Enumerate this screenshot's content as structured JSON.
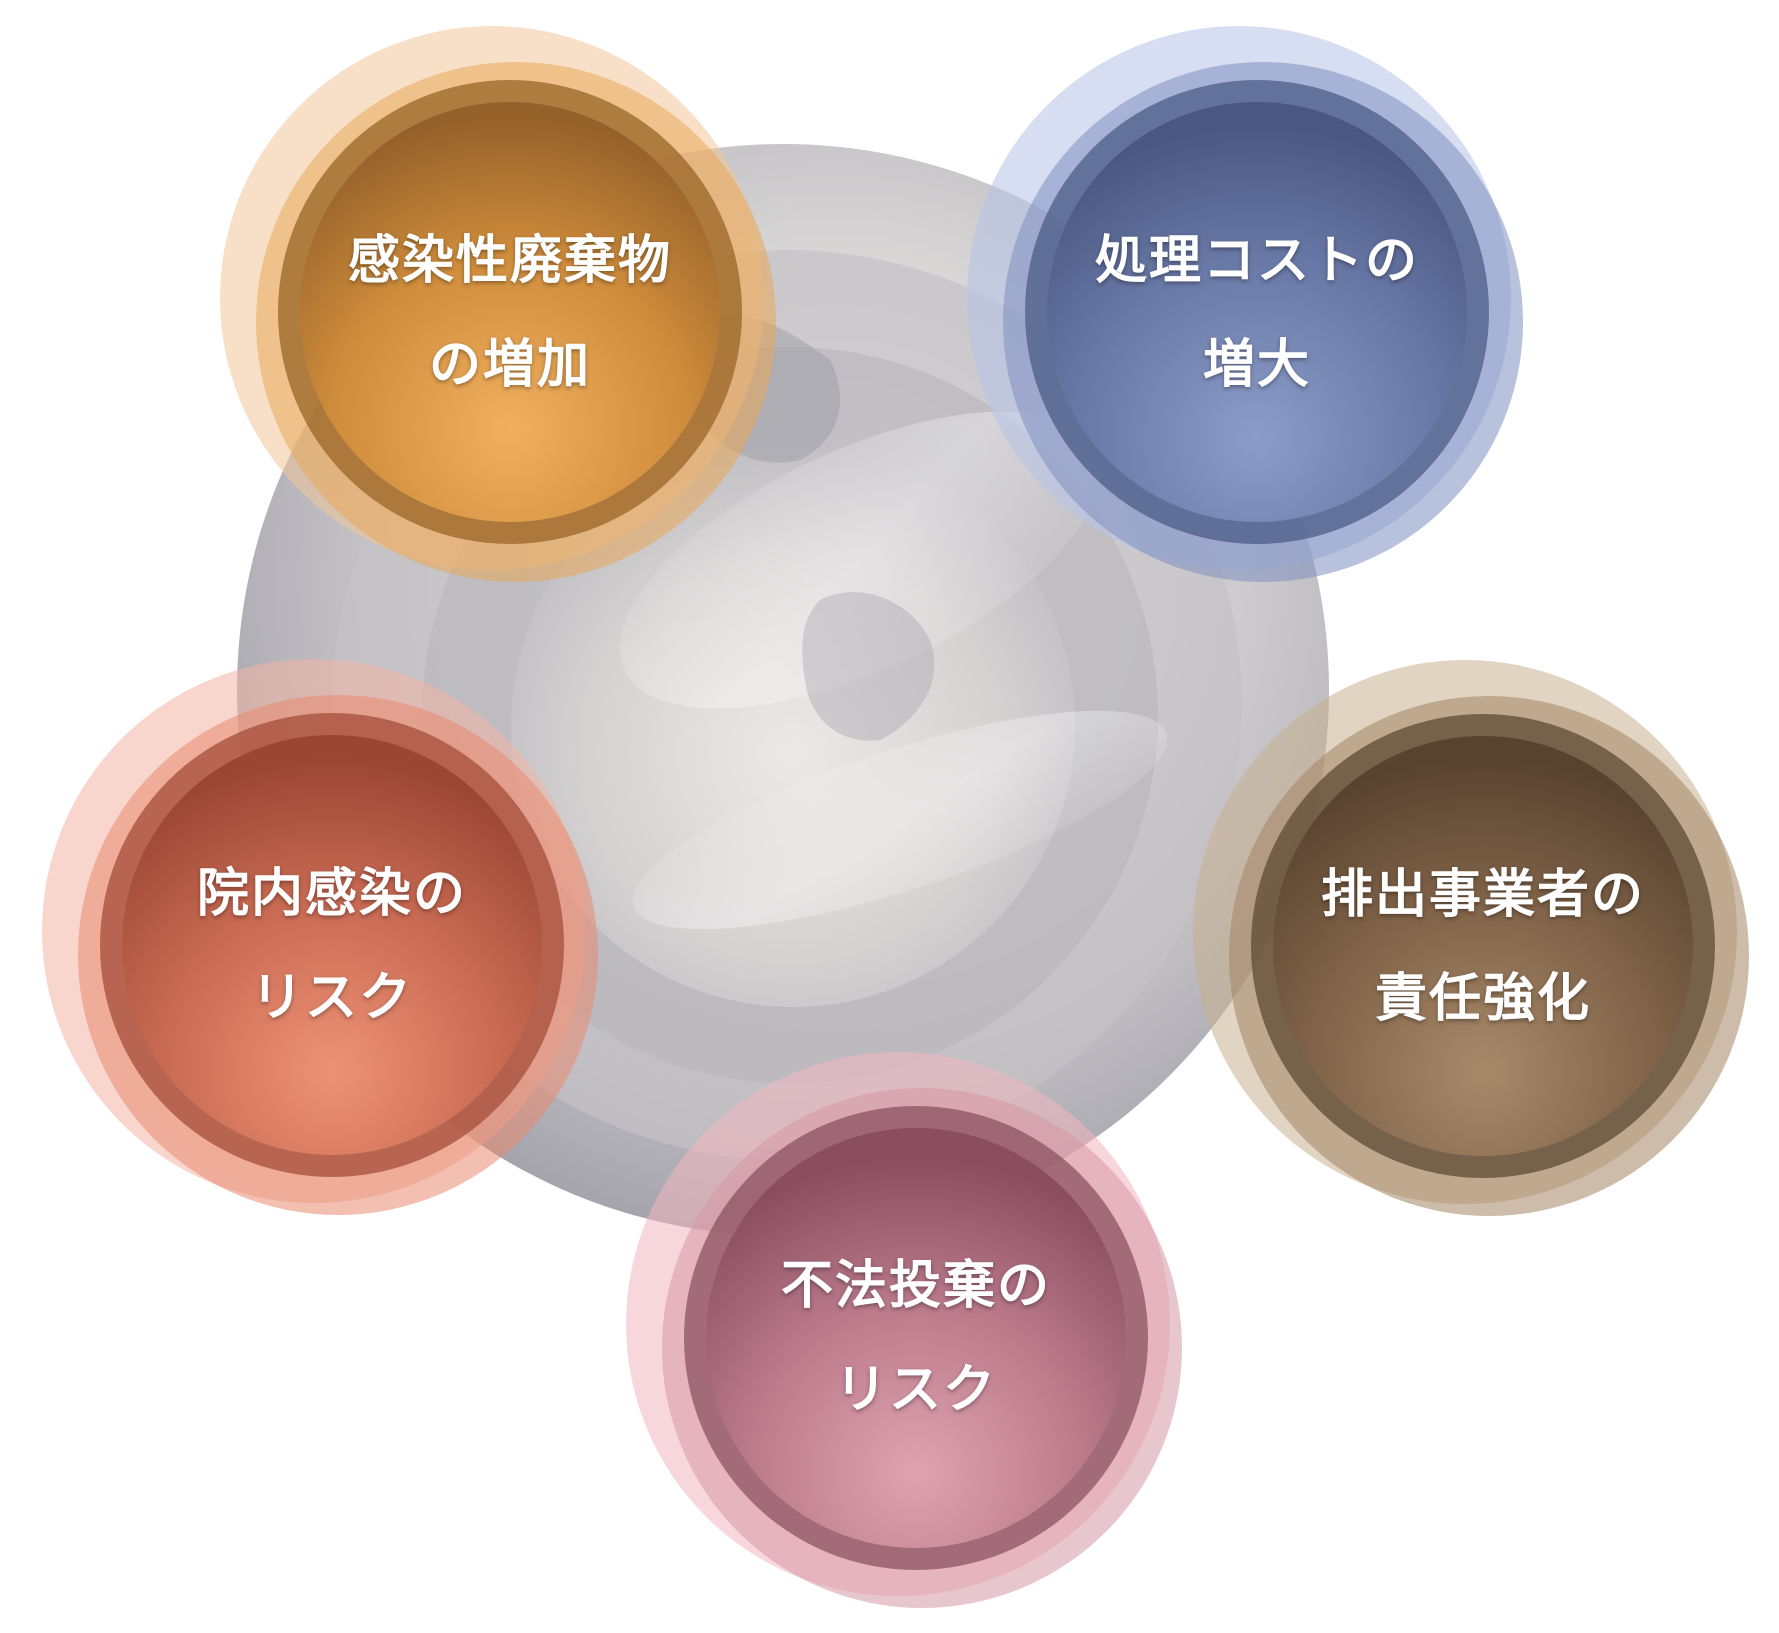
{
  "nodes": [
    {
      "id": "top-left",
      "lines": [
        "感染性廃棄物",
        "の増加"
      ],
      "color_outer": "#f2c79a",
      "color_light": "#e8a85a",
      "color_dark": "#9a6426"
    },
    {
      "id": "top-right",
      "lines": [
        "処理コストの",
        "増大"
      ],
      "color_outer": "#b7c3e8",
      "color_light": "#8090c0",
      "color_dark": "#4c5c86"
    },
    {
      "id": "right",
      "lines": [
        "排出事業者の",
        "責任強化"
      ],
      "color_outer": "#c9b090",
      "color_light": "#a48565",
      "color_dark": "#5e4934"
    },
    {
      "id": "bottom",
      "lines": [
        "不法投棄の",
        "リスク"
      ],
      "color_outer": "#f3b6c0",
      "color_light": "#d698a6",
      "color_dark": "#8c5262"
    },
    {
      "id": "left",
      "lines": [
        "院内感染の",
        "リスク"
      ],
      "color_outer": "#f3b5a4",
      "color_light": "#e88a70",
      "color_dark": "#a44e3a"
    }
  ]
}
